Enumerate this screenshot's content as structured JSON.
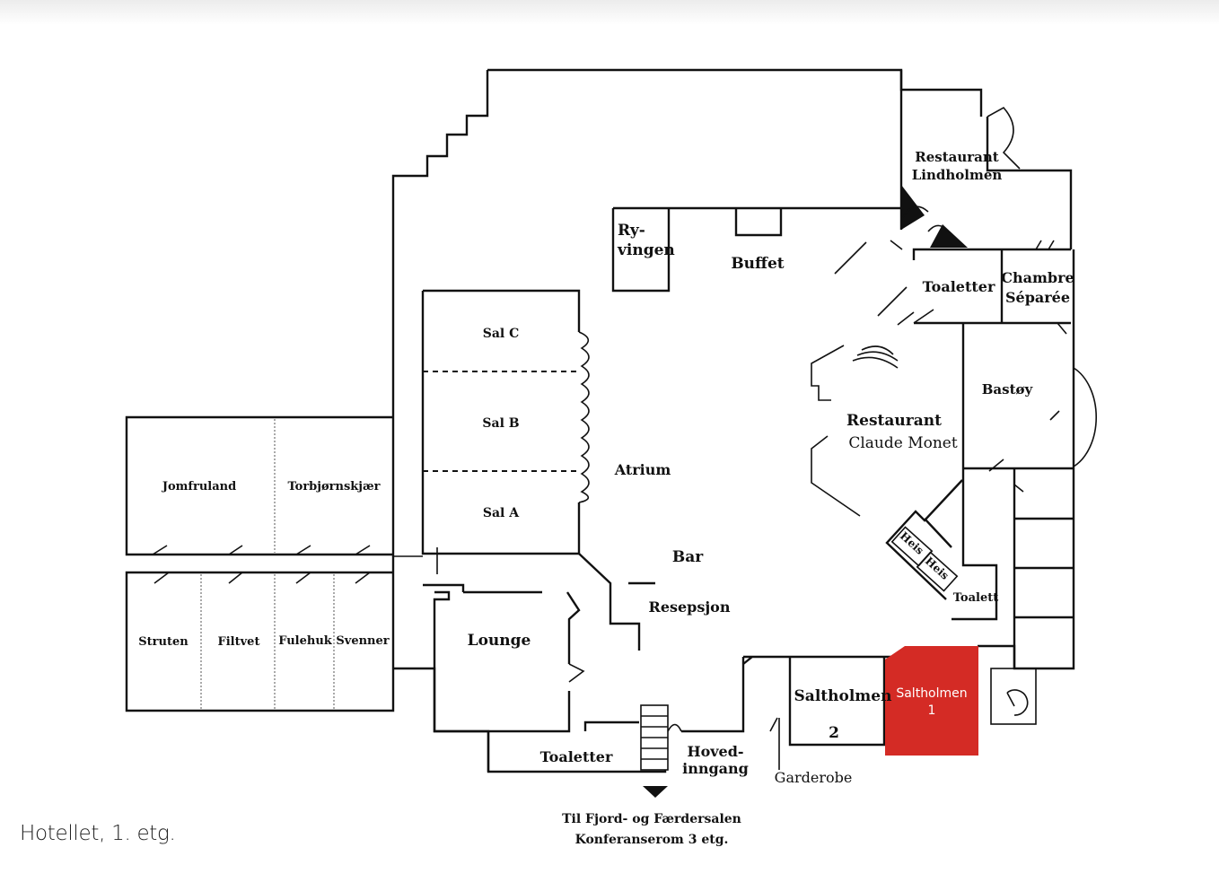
{
  "caption": "Hotellet, 1. etg.",
  "highlight_color": "#d42b25",
  "rooms": {
    "restaurant_lindholmen": [
      "Restaurant",
      "Lindholmen"
    ],
    "ry_vingen": [
      "Ry-",
      "vingen"
    ],
    "buffet": "Buffet",
    "toaletter_upper": "Toaletter",
    "chambre_separee": [
      "Chambre",
      "Séparée"
    ],
    "sal_c": "Sal C",
    "sal_b": "Sal B",
    "sal_a": "Sal A",
    "bastoy": "Bastøy",
    "restaurant_claude_monet": [
      "Restaurant",
      "Claude Monet"
    ],
    "atrium": "Atrium",
    "jomfruland": "Jomfruland",
    "torbjornskjaer": "Torbjørnskjær",
    "bar": "Bar",
    "heis_1": "Heis",
    "heis_2": "Heis",
    "toalett": "Toalett",
    "resepsjon": "Resepsjon",
    "struten": "Struten",
    "filtvet": "Filtvet",
    "fulehuk": "Fulehuk",
    "svenner": "Svenner",
    "lounge": "Lounge",
    "saltholmen_2": [
      "Saltholmen",
      "2"
    ],
    "saltholmen_1": [
      "Saltholmen",
      "1"
    ],
    "toaletter_lower": "Toaletter",
    "hovedinngang": [
      "Hoved-",
      "inngang"
    ],
    "garderobe": "Garderobe"
  },
  "directions": [
    "Til Fjord- og Færdersalen",
    "Konferanserom 3 etg."
  ]
}
